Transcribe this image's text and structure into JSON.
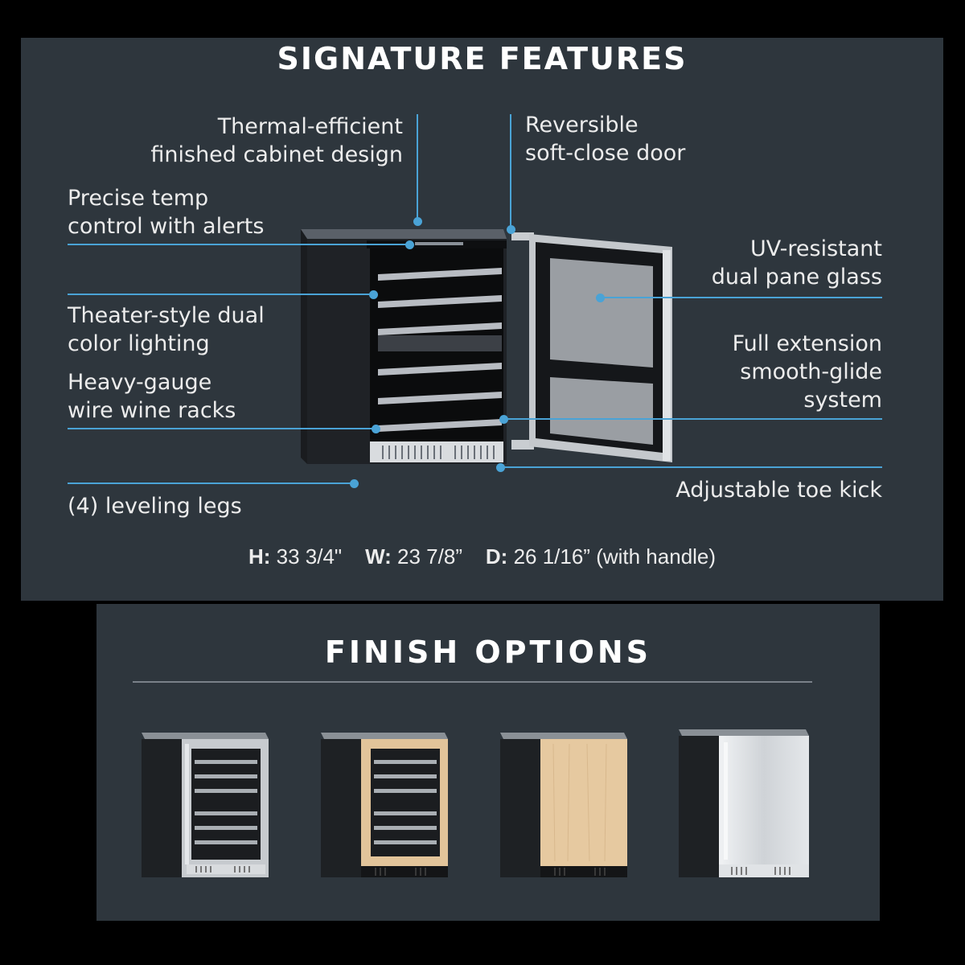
{
  "signature": {
    "title": "SIGNATURE FEATURES",
    "features": {
      "thermal": [
        "Thermal-efficient",
        "finished cabinet design"
      ],
      "reversible": [
        "Reversible",
        "soft-close door"
      ],
      "precise": [
        "Precise temp",
        "control with alerts"
      ],
      "uv": [
        "UV-resistant",
        "dual pane glass"
      ],
      "theater": [
        "Theater-style dual",
        "color lighting"
      ],
      "full_extension": [
        "Full extension",
        "smooth-glide",
        "system"
      ],
      "heavy_gauge": [
        "Heavy-gauge",
        "wire wine racks"
      ],
      "leveling": [
        "(4) leveling legs"
      ],
      "toe_kick": [
        "Adjustable toe kick"
      ]
    },
    "dimensions": {
      "h_label": "H:",
      "h_value": "33 3/4\"",
      "w_label": "W:",
      "w_value": "23 7/8”",
      "d_label": "D:",
      "d_value": "26 1/16” (with handle)"
    }
  },
  "finish": {
    "title": "FINISH OPTIONS",
    "options": [
      {
        "name": "stainless-glass-door",
        "frame": "#c7cbcf",
        "style": "glass"
      },
      {
        "name": "panel-ready-glass-door",
        "frame": "#e2c49a",
        "style": "glass"
      },
      {
        "name": "panel-ready-solid-door",
        "frame": "#e6c9a0",
        "style": "solid"
      },
      {
        "name": "stainless-solid-door",
        "frame": "#d4d8dc",
        "style": "solid"
      }
    ]
  },
  "colors": {
    "background": "#000000",
    "panel": "#2e363d",
    "accent_line": "#4aa3d6",
    "text": "#ececec"
  }
}
